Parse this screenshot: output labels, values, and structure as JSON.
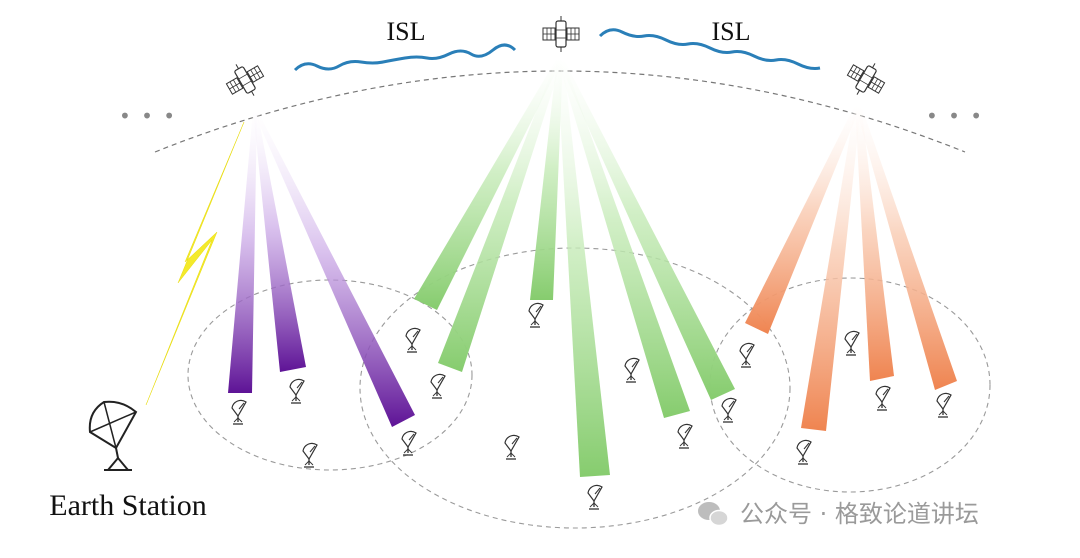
{
  "labels": {
    "isl_left": "ISL",
    "isl_right": "ISL",
    "earth_station": "Earth Station",
    "ellipsis_left": "• • •",
    "ellipsis_right": "• • •"
  },
  "watermark": {
    "text": "公众号 · 格致论道讲坛",
    "icon": "wechat-icon"
  },
  "colors": {
    "isl_wave": "#2a7fb8",
    "feeder_link": "#f2e62a",
    "beam_left": "#6b1fa0",
    "beam_center": "#8fd07a",
    "beam_right": "#f08a5a",
    "orbit": "#777777",
    "coverage": "#999999"
  },
  "icons": {
    "satellite": "satellite-icon",
    "terminal": "dish-terminal-icon",
    "earth_station": "earth-station-dish-icon"
  }
}
